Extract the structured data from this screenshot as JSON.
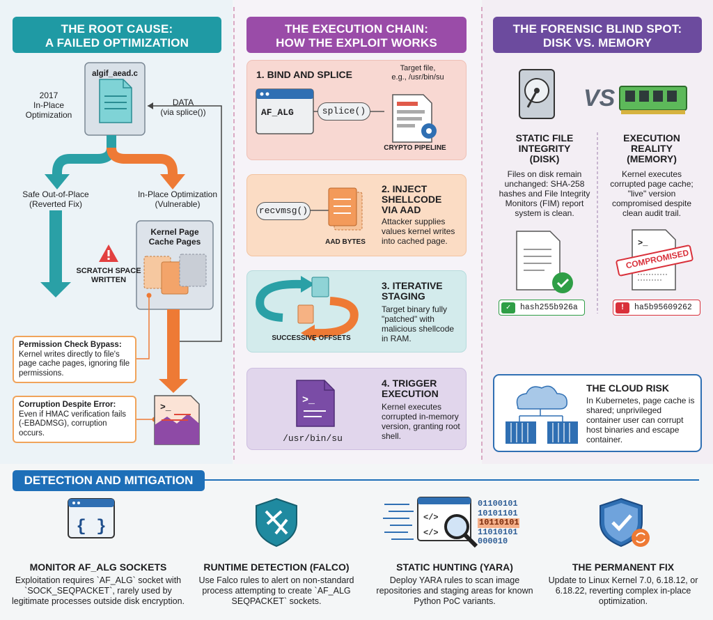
{
  "col1": {
    "header": [
      "THE ROOT CAUSE:",
      "A FAILED OPTIMIZATION"
    ],
    "file_name": "algif_aead.c",
    "note_2017": [
      "2017",
      "In-Place",
      "Optimization"
    ],
    "data_label": [
      "DATA",
      "(via splice())"
    ],
    "branch_left": [
      "Safe Out-of-Place",
      "(Reverted Fix)"
    ],
    "branch_right": [
      "In-Place Optimization",
      "(Vulnerable)"
    ],
    "kernel_box": [
      "Kernel Page",
      "Cache Pages"
    ],
    "scratch": [
      "SCRATCH SPACE",
      "WRITTEN"
    ],
    "callout1_title": "Permission Check Bypass:",
    "callout1_text": "Kernel writes directly to file's page cache pages, ignoring file permissions.",
    "callout2_title": "Corruption Despite Error:",
    "callout2_text": "Even if HMAC verification fails (-EBADMSG), corruption occurs."
  },
  "col2": {
    "header": [
      "THE EXECUTION CHAIN:",
      "HOW THE EXPLOIT WORKS"
    ],
    "step1_title": "1. BIND AND SPLICE",
    "step1_af": "AF_ALG",
    "step1_splice": "splice()",
    "step1_target": [
      "Target file,",
      "e.g., /usr/bin/su"
    ],
    "step1_pipeline": "CRYPTO PIPELINE",
    "step2_title": [
      "2. INJECT",
      "SHELLCODE",
      "VIA AAD"
    ],
    "step2_recv": "recvmsg()",
    "step2_bytes": "AAD BYTES",
    "step2_text": "Attacker supplies values kernel writes into cached page.",
    "step3_title": [
      "3. ITERATIVE",
      "STAGING"
    ],
    "step3_offsets": "SUCCESSIVE OFFSETS",
    "step3_text": "Target binary fully \"patched\" with malicious shellcode in RAM.",
    "step4_title": [
      "4. TRIGGER",
      "EXECUTION"
    ],
    "step4_path": "/usr/bin/su",
    "step4_text": "Kernel executes corrupted in-memory version, granting root shell."
  },
  "col3": {
    "header": [
      "THE FORENSIC BLIND SPOT:",
      "DISK VS. MEMORY"
    ],
    "vs": "VS",
    "left_title": [
      "STATIC FILE",
      "INTEGRITY",
      "(DISK)"
    ],
    "left_text": "Files on disk remain unchanged: SHA-258 hashes and File Integrity Monitors (FIM) report system is clean.",
    "right_title": [
      "EXECUTION",
      "REALITY",
      "(MEMORY)"
    ],
    "right_text": "Kernel executes corrupted page cache; \"live\" version compromised despite clean audit trail.",
    "stamp": "COMPROMISED",
    "hash_ok": "hash255b926a",
    "hash_bad": "ha5b95609262",
    "cloud_title": "THE CLOUD RISK",
    "cloud_text": "In Kubernetes, page cache is shared; unprivileged container user can corrupt host binaries and escape container."
  },
  "bottom": {
    "header": "DETECTION AND MITIGATION",
    "items": [
      {
        "title": "MONITOR AF_ALG SOCKETS",
        "text": "Exploitation requires `AF_ALG` socket with `SOCK_SEQPACKET`, rarely used by legitimate processes outside disk encryption."
      },
      {
        "title": "RUNTIME DETECTION (FALCO)",
        "text": "Use Falco rules to alert on non-standard process attempting to create `AF_ALG SEQPACKET` sockets."
      },
      {
        "title": "STATIC HUNTING (YARA)",
        "text": "Deploy YARA rules to scan image repositories and staging areas for known Python PoC variants."
      },
      {
        "title": "THE PERMANENT FIX",
        "text": "Update to Linux Kernel 7.0, 6.18.12, or 6.18.22, reverting complex in-place optimization."
      }
    ],
    "binary": [
      "01100101",
      "10101101",
      "10110101",
      "11010101",
      "000010"
    ]
  },
  "colors": {
    "teal": "#1f9aa4",
    "purple": "#8b4aa8",
    "violet": "#6c4b9e",
    "blue": "#1e6fb8",
    "orange": "#ee7a35",
    "danger": "#d9303a",
    "ok": "#2f9e46"
  }
}
